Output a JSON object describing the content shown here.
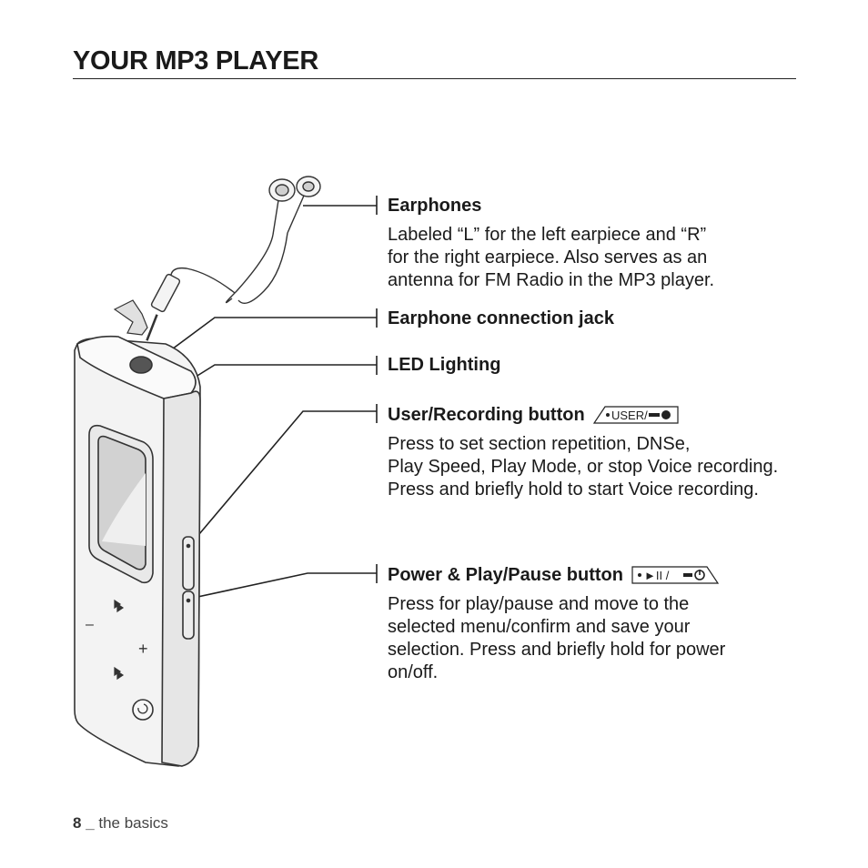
{
  "page": {
    "title": "YOUR MP3 PLAYER",
    "page_number": "8",
    "footer_sep": " _ ",
    "section": "the basics"
  },
  "callouts": {
    "earphones": {
      "title": "Earphones",
      "lines": [
        "Labeled “L” for the left earpiece and “R”",
        "for the right earpiece. Also serves as an",
        "antenna for FM Radio in the MP3 player."
      ]
    },
    "jack": {
      "title": "Earphone connection jack"
    },
    "led": {
      "title": "LED Lighting"
    },
    "user_rec": {
      "title": "User/Recording button",
      "icon_text": "USER/",
      "lines": [
        "Press to set section repetition, DNSe,",
        "Play Speed, Play Mode, or stop Voice recording.",
        "Press and briefly hold to start Voice recording."
      ]
    },
    "power_play": {
      "title": "Power & Play/Pause button",
      "icon_text": "►II /",
      "lines": [
        "Press for play/pause and move to the",
        "selected menu/confirm and save your",
        "selection. Press and briefly hold for power",
        "on/off."
      ]
    }
  },
  "device_labels": {
    "minus": "–",
    "plus": "+"
  },
  "colors": {
    "text": "#1a1a1a",
    "outline": "#333333",
    "device_body": "#f2f2f2",
    "screen": "#d9d9d9"
  }
}
